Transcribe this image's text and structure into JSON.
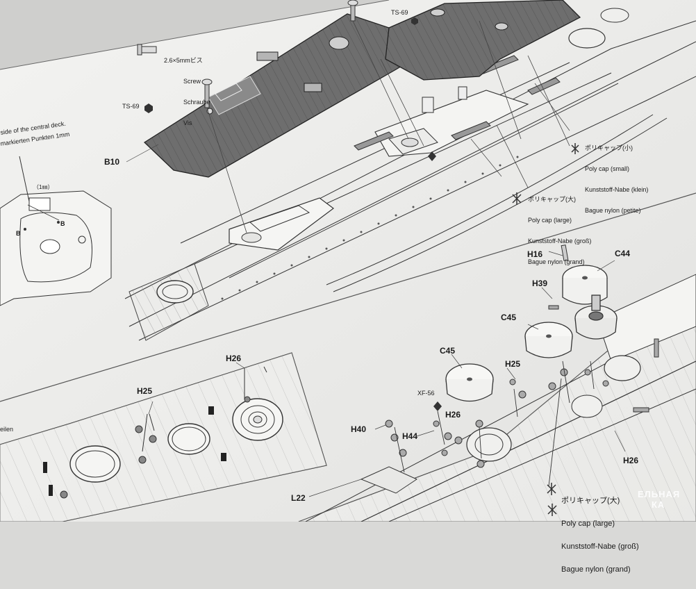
{
  "labels": {
    "b10": "B10",
    "ts69_left": "TS-69",
    "ts69_top": "TS-69",
    "h16": "H16",
    "c44": "C44",
    "h39": "H39",
    "c45_right": "C45",
    "c45_left": "C45",
    "h25_right": "H25",
    "h25_left": "H25",
    "h26_top": "H26",
    "h26_mid": "H26",
    "h26_right": "H26",
    "xf56": "XF-56",
    "h40": "H40",
    "h44": "H44",
    "l22": "L22",
    "one_mm": "（1㎜）",
    "b_left": "B",
    "b_right": "B"
  },
  "screw": {
    "jp": "2.6×5mmビス",
    "en": "Screw",
    "de": "Schraube",
    "fr": "Vis"
  },
  "poly_small": {
    "jp": "ポリキャップ(小)",
    "en": "Poly cap (small)",
    "de": "Kunststoff-Nabe (klein)",
    "fr": "Bague nylon (petite)"
  },
  "poly_large_top": {
    "jp": "ポリキャップ(大)",
    "en": "Poly cap (large)",
    "de": "Kunststoff-Nabe (groß)",
    "fr": "Bague nylon (grand)"
  },
  "poly_large_bottom": {
    "jp": "ポリキャップ(大)",
    "en": "Poly cap (large)",
    "de": "Kunststoff-Nabe (groß)",
    "fr": "Bague nylon (grand)"
  },
  "left_note": {
    "line1": "side of the central deck.",
    "line2": "markierten Punkten 1mm"
  },
  "left_bottom_text": "eilen",
  "watermark": {
    "line1": "ЕЛЬНАЯ",
    "line2": "КА"
  }
}
